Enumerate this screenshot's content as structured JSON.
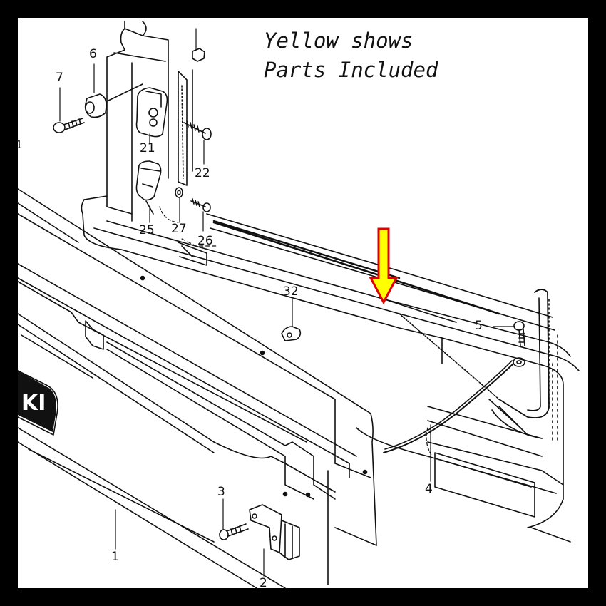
{
  "note": {
    "line1": "Yellow shows",
    "line2": "Parts Included"
  },
  "callouts": {
    "p1": "1",
    "p2": "2",
    "p3": "3",
    "p4": "4",
    "p5": "5",
    "p6": "6",
    "p7": "7",
    "p21": "21",
    "p22": "22",
    "p25": "25",
    "p26": "26",
    "p27": "27",
    "p32": "32",
    "edge": "1"
  },
  "emblem_text": "KI",
  "colors": {
    "frame": "#000000",
    "paper": "#ffffff",
    "line": "#111111",
    "arrow_fill": "#ffff00",
    "arrow_stroke": "#e00000"
  }
}
